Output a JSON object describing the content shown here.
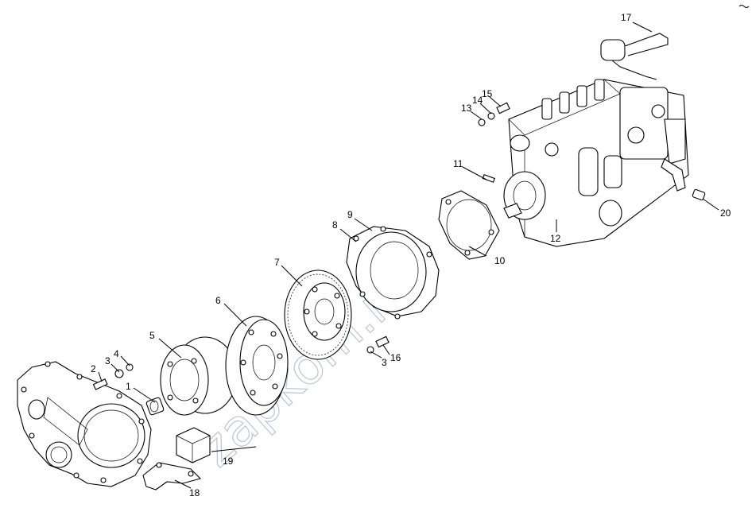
{
  "diagram": {
    "watermark": "zapkom.ru",
    "callouts": [
      "1",
      "2",
      "3",
      "4",
      "5",
      "6",
      "7",
      "8",
      "9",
      "10",
      "11",
      "12",
      "13",
      "14",
      "15",
      "16",
      "3",
      "17",
      "18",
      "19",
      "20"
    ]
  }
}
